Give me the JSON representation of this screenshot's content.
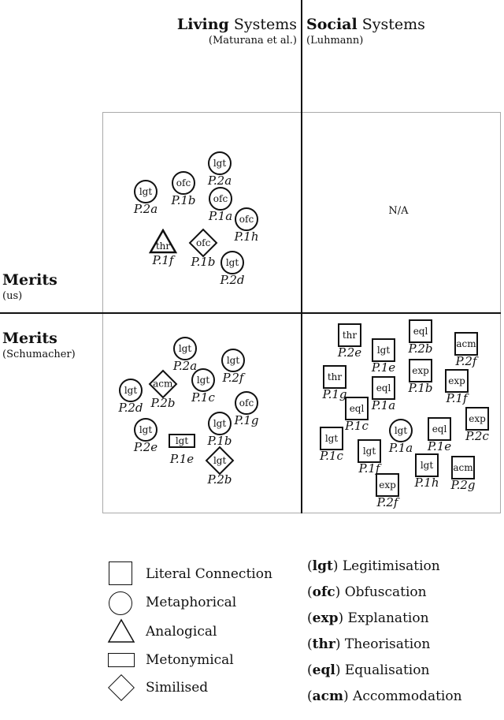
{
  "header": {
    "left_title_bold": "Living",
    "left_title_rest": " Systems",
    "left_sub": "(Maturana et al.)",
    "right_title_bold": "Social",
    "right_title_rest": " Systems",
    "right_sub": "(Luhmann)"
  },
  "rows": {
    "top_bold": "Merits",
    "top_sub": "(us)",
    "bottom_bold": "Merits",
    "bottom_sub": "(Schumacher)"
  },
  "na": "N/A",
  "top_left": [
    {
      "shape": "circle",
      "code": "lgt",
      "label": "P.2a"
    },
    {
      "shape": "circle",
      "code": "ofc",
      "label": "P.1b"
    },
    {
      "shape": "circle",
      "code": "lgt",
      "label": "P.2a"
    },
    {
      "shape": "circle",
      "code": "ofc",
      "label": "P.1a"
    },
    {
      "shape": "circle",
      "code": "ofc",
      "label": "P.1h"
    },
    {
      "shape": "triangle",
      "code": "thr",
      "label": "P.1f"
    },
    {
      "shape": "diamond",
      "code": "ofc",
      "label": "P.1b"
    },
    {
      "shape": "circle",
      "code": "lgt",
      "label": "P.2d"
    }
  ],
  "bottom_left": [
    {
      "shape": "circle",
      "code": "lgt",
      "label": "P.2a"
    },
    {
      "shape": "circle",
      "code": "lgt",
      "label": "P.2f"
    },
    {
      "shape": "circle",
      "code": "lgt",
      "label": "P.1c"
    },
    {
      "shape": "diamond",
      "code": "acm",
      "label": "P.2b"
    },
    {
      "shape": "circle",
      "code": "lgt",
      "label": "P.2d"
    },
    {
      "shape": "circle",
      "code": "ofc",
      "label": "P.1g"
    },
    {
      "shape": "circle",
      "code": "lgt",
      "label": "P.2e"
    },
    {
      "shape": "rect",
      "code": "lgt",
      "label": "P.1e"
    },
    {
      "shape": "circle",
      "code": "lgt",
      "label": "P.1b"
    },
    {
      "shape": "diamond",
      "code": "lgt",
      "label": "P.2b"
    }
  ],
  "bottom_right": [
    {
      "shape": "square",
      "code": "thr",
      "label": "P.2e"
    },
    {
      "shape": "square",
      "code": "lgt",
      "label": "P.1e"
    },
    {
      "shape": "square",
      "code": "eql",
      "label": "P.2b"
    },
    {
      "shape": "square",
      "code": "acm",
      "label": "P.2f"
    },
    {
      "shape": "square",
      "code": "exp",
      "label": "P.1b"
    },
    {
      "shape": "square",
      "code": "thr",
      "label": "P.1g"
    },
    {
      "shape": "square",
      "code": "exp",
      "label": "P.1f"
    },
    {
      "shape": "square",
      "code": "eql",
      "label": "P.1a"
    },
    {
      "shape": "square",
      "code": "eql",
      "label": "P.1c"
    },
    {
      "shape": "square",
      "code": "exp",
      "label": "P.2c"
    },
    {
      "shape": "square",
      "code": "lgt",
      "label": "P.1c"
    },
    {
      "shape": "circle",
      "code": "lgt",
      "label": "P.1a"
    },
    {
      "shape": "square",
      "code": "eql",
      "label": "P.1e"
    },
    {
      "shape": "square",
      "code": "lgt",
      "label": "P.1f"
    },
    {
      "shape": "square",
      "code": "lgt",
      "label": "P.1h"
    },
    {
      "shape": "square",
      "code": "acm",
      "label": "P.2g"
    },
    {
      "shape": "square",
      "code": "exp",
      "label": "P.2f"
    }
  ],
  "legend_shapes": [
    "Literal Connection",
    "Metaphorical",
    "Analogical",
    "Metonymical",
    "Similised"
  ],
  "legend_codes": [
    {
      "code": "lgt",
      "name": "Legitimisation"
    },
    {
      "code": "ofc",
      "name": "Obfuscation"
    },
    {
      "code": "exp",
      "name": "Explanation"
    },
    {
      "code": "thr",
      "name": "Theorisation"
    },
    {
      "code": "eql",
      "name": "Equalisation"
    },
    {
      "code": "acm",
      "name": "Accommodation"
    }
  ]
}
